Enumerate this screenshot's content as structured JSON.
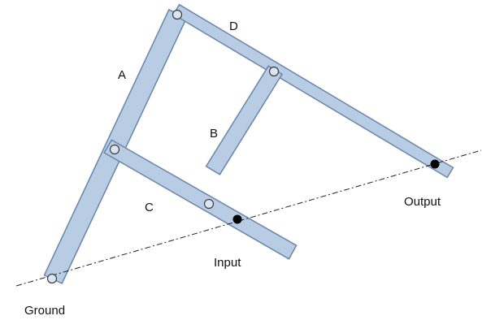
{
  "labels": {
    "link_a": "A",
    "link_b": "B",
    "link_c": "C",
    "link_d": "D",
    "input": "Input",
    "output": "Output",
    "ground": "Ground"
  }
}
